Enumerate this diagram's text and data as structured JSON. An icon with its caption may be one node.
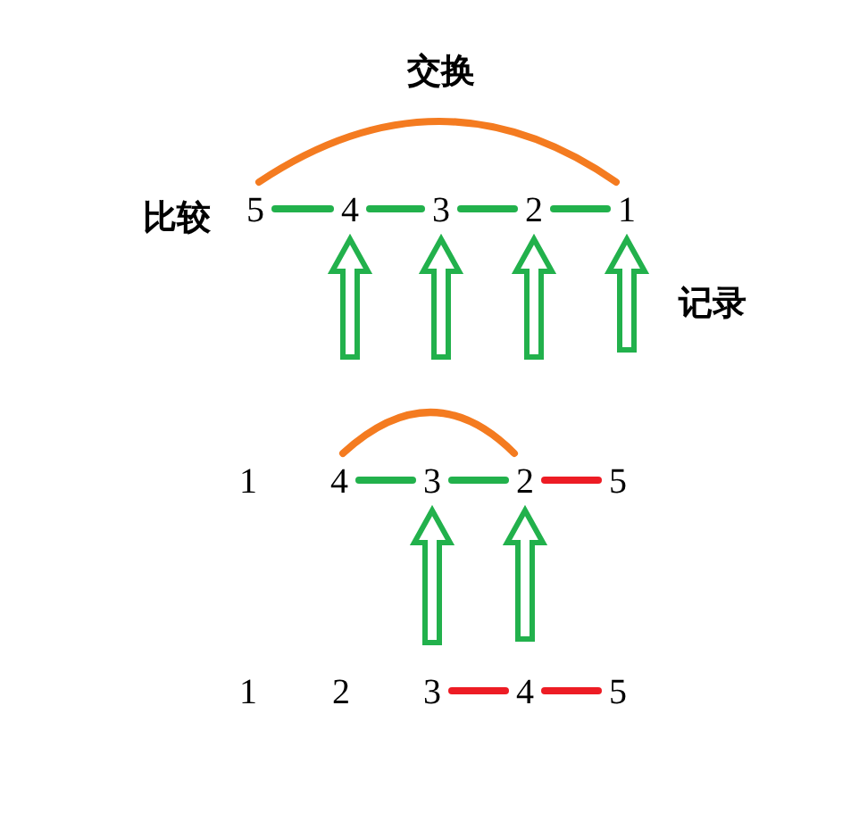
{
  "diagram": {
    "nodes": [
      {
        "text": [
          "5"
        ]
      },
      {
        "text": [
          "4"
        ]
      },
      {
        "text": [
          "3"
        ]
      },
      {
        "text": [
          "2"
        ]
      },
      {
        "text": [
          "1"
        ]
      },
      {
        "text": [
          "1"
        ]
      },
      {
        "text": [
          "4"
        ]
      },
      {
        "text": [
          "3"
        ]
      },
      {
        "text": [
          "2"
        ]
      },
      {
        "text": [
          "5"
        ]
      },
      {
        "text": [
          "1"
        ]
      },
      {
        "text": [
          "2"
        ]
      },
      {
        "text": [
          "3"
        ]
      },
      {
        "text": [
          "4"
        ]
      },
      {
        "text": [
          "5"
        ]
      }
    ],
    "edges": [
      {
        "from": 0,
        "to": 1,
        "arrow": "none"
      },
      {
        "from": 1,
        "to": 2,
        "arrow": "none"
      },
      {
        "from": 2,
        "to": 3,
        "arrow": "none"
      },
      {
        "from": 3,
        "to": 4,
        "arrow": "none"
      },
      {
        "from": 0,
        "to": 4,
        "arrow": "none",
        "label": "交换",
        "color": "#f47b20"
      },
      {
        "from": null,
        "to": 1,
        "arrow": "to"
      },
      {
        "from": null,
        "to": 2,
        "arrow": "to"
      },
      {
        "from": null,
        "to": 3,
        "arrow": "to"
      },
      {
        "from": null,
        "to": 4,
        "arrow": "to"
      },
      {
        "from": 6,
        "to": 8,
        "arrow": "none",
        "color": "#f47b20"
      },
      {
        "from": 6,
        "to": 7,
        "arrow": "none"
      },
      {
        "from": 7,
        "to": 8,
        "arrow": "none"
      },
      {
        "from": 8,
        "to": 9,
        "arrow": "none",
        "color": "#ed1c24"
      },
      {
        "from": null,
        "to": 7,
        "arrow": "to"
      },
      {
        "from": null,
        "to": 8,
        "arrow": "to"
      },
      {
        "from": 12,
        "to": 13,
        "arrow": "none",
        "color": "#ed1c24"
      },
      {
        "from": 13,
        "to": 14,
        "arrow": "none",
        "color": "#ed1c24"
      }
    ],
    "labels": [
      "比较",
      "记录"
    ]
  }
}
